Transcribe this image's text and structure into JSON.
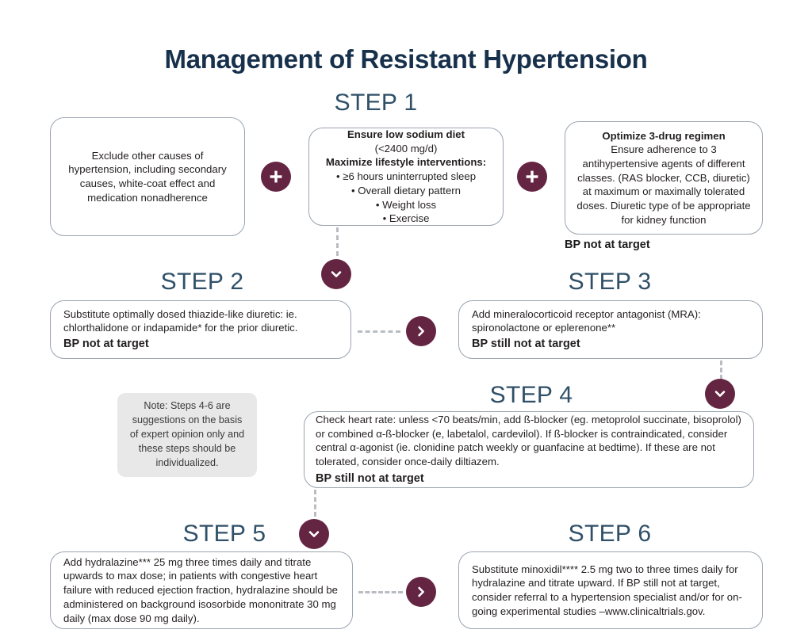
{
  "title": "Management of Resistant Hypertension",
  "steps": {
    "step1": "STEP 1",
    "step2": "STEP 2",
    "step3": "STEP 3",
    "step4": "STEP 4",
    "step5": "STEP 5",
    "step6": "STEP 6"
  },
  "boxes": {
    "exclude_causes": "Exclude other causes of hypertension, including secondary causes, white-coat effect and medication nonadherence",
    "sodium_heading": "Ensure low sodium diet",
    "sodium_dose": "(<2400 mg/d)",
    "lifestyle_heading": "Maximize lifestyle interventions:",
    "lifestyle_items": [
      "• ≥6 hours uninterrupted sleep",
      "• Overall dietary pattern",
      "• Weight loss",
      "• Exercise"
    ],
    "optimize_heading": "Optimize 3-drug regimen",
    "optimize_body": "Ensure adherence to 3 antihypertensive agents of different classes. (RAS blocker, CCB, diuretic) at maximum or maximally tolerated doses. Diuretic type of be appropriate for kidney function",
    "step2_body": "Substitute optimally dosed thiazide-like diuretic: ie. chlorthalidone or indapamide* for the prior diuretic.",
    "step2_status": "BP not at target",
    "step3_body": "Add mineralocorticoid receptor antagonist (MRA): spironolactone or eplerenone**",
    "step3_status": "BP still not at target",
    "step4_body": "Check heart rate: unless <70 beats/min, add ß-blocker (eg. metoprolol succinate, bisoprolol) or combined α-ß-blocker (e, labetalol, cardevilol). If ß-blocker is contraindicated, consider central α-agonist (ie. clonidine patch weekly or guanfacine at bedtime). If these are not tolerated, consider once-daily diltiazem.",
    "step4_status": "BP still not at target",
    "step5_body": "Add hydralazine*** 25 mg three times daily and titrate upwards to max dose; in patients with congestive heart failure with reduced ejection fraction, hydralazine should be administered on background isosorbide mononitrate 30 mg daily (max dose 90 mg daily).",
    "step6_body": "Substitute minoxidil**** 2.5 mg two to three times daily for hydralazine and titrate upward. If BP still not at target, consider referral to a hypertension specialist and/or for on-going experimental studies –www.clinicaltrials.gov.",
    "note": "Note: Steps 4-6 are suggestions on the basis of expert opinion only and these steps should be individualized."
  },
  "captions": {
    "bp_not_at_target_step1": "BP not at target"
  },
  "colors": {
    "title": "#17304b",
    "step_heading": "#2f5068",
    "badge": "#642543",
    "box_border": "#9aa4b0",
    "connector": "#b9bdc2",
    "note_bg": "#e8e8e8"
  },
  "icons": {
    "plus": "plus-icon",
    "chevron_down": "chevron-down-icon",
    "arrow_right": "arrow-right-icon"
  }
}
